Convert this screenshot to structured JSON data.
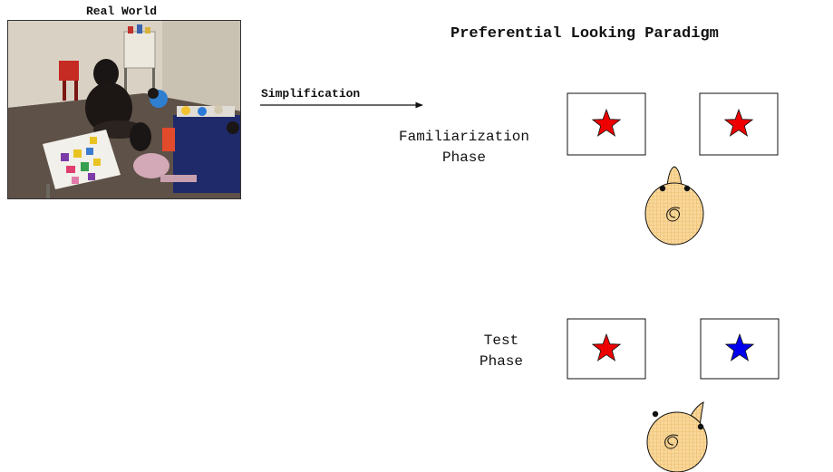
{
  "real_world": {
    "title": "Real World"
  },
  "arrow": {
    "label": "Simplification"
  },
  "paradigm": {
    "title": "Preferential Looking Paradigm"
  },
  "phases": [
    {
      "label_line1": "Familiarization",
      "label_line2": "Phase",
      "left_star_color": "#ee0000",
      "right_star_color": "#ee0000",
      "gaze": "straight"
    },
    {
      "label_line1": "Test",
      "label_line2": "Phase",
      "left_star_color": "#ee0000",
      "right_star_color": "#0000ee",
      "gaze": "right"
    }
  ],
  "colors": {
    "head_fill": "#f8d79a",
    "head_grid": "#e8a94a",
    "stroke": "#111111"
  }
}
